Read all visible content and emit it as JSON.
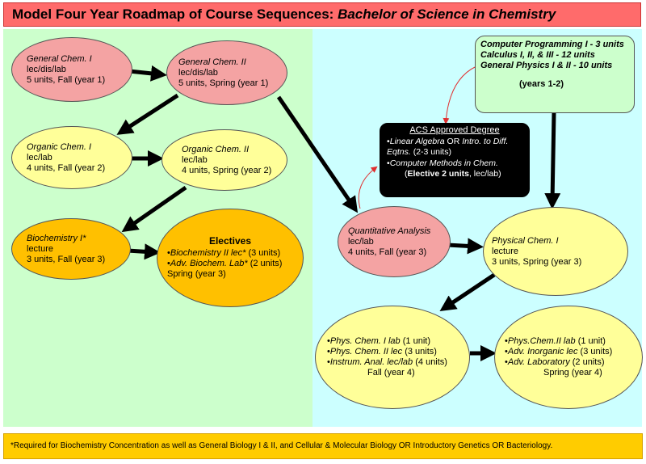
{
  "title": {
    "main": "Model Four Year Roadmap of Course Sequences:",
    "degree": "Bachelor of Science in Chemistry"
  },
  "nodes": {
    "gen_chem_1": {
      "name": "General Chem. I",
      "type": "lec/dis/lab",
      "units": "5 units, Fall (year 1)"
    },
    "gen_chem_2": {
      "name": "General Chem. II",
      "type": "lec/dis/lab",
      "units": "5 units, Spring (year 1)"
    },
    "org_chem_1": {
      "name": "Organic Chem. I",
      "type": "lec/lab",
      "units": "4 units, Fall (year 2)"
    },
    "org_chem_2": {
      "name": "Organic Chem. II",
      "type": "lec/lab",
      "units": "4 units, Spring (year 2)"
    },
    "biochem_1": {
      "name": "Biochemistry I*",
      "type": "lecture",
      "units": "3 units, Fall (year 3)"
    },
    "electives": {
      "heading": "Electives",
      "item1_name": "Biochemistry II lec*",
      "item1_units": "(3 units)",
      "item2_name": "Adv. Biochem. Lab*",
      "item2_units": "(2 units)",
      "term": "Spring (year 3)"
    },
    "quant": {
      "name": "Quantitative Analysis",
      "type": "lec/lab",
      "units": "4 units, Fall (year 3)"
    },
    "pchem_1": {
      "name": "Physical Chem. I",
      "type": "lecture",
      "units": "3 units, Spring (year 3)"
    },
    "fall4": {
      "item1_name": "Phys. Chem. I lab",
      "item1_units": "(1 unit)",
      "item2_name": "Phys. Chem. II lec",
      "item2_units": "(3 units)",
      "item3_name": "Instrum. Anal. lec/lab",
      "item3_units": "(4 units)",
      "term": "Fall (year 4)"
    },
    "spring4": {
      "item1_name": "Phys.Chem.II lab",
      "item1_units": "(1 unit)",
      "item2_name": "Adv. Inorganic lec",
      "item2_units": "(3 units)",
      "item3_name": "Adv. Laboratory",
      "item3_units": "(2 units)",
      "term": "Spring (year 4)"
    },
    "prereqs": {
      "line1": "Computer Programming I - 3 units",
      "line2": "Calculus I, II, & III - 12 units",
      "line3": "General Physics I & II - 10 units",
      "years": "(years 1-2)"
    },
    "acs": {
      "heading": "ACS Approved Degree",
      "item1_a": "Linear Algebra",
      "item1_or": "OR",
      "item1_b": "Intro. to Diff. Eqtns.",
      "item1_units": "(2-3 units)",
      "item2_name": "Computer Methods in Chem.",
      "item2_elective": "Elective 2 units",
      "item2_type": ", lec/lab)"
    }
  },
  "footer": {
    "note": "*Required for Biochemistry Concentration as well as General Biology I & II, and Cellular & Molecular Biology OR Introductory Genetics OR Bacteriology."
  },
  "colors": {
    "title_bg": "#ff6b6b",
    "left_panel": "#ccffcc",
    "right_panel": "#ccffff",
    "pink_node": "#f4a3a3",
    "yellow_node": "#ffff99",
    "gold_node": "#ffc000",
    "footer_bg": "#ffcc00",
    "arrow": "#000000",
    "link_arrow": "#e03030"
  }
}
